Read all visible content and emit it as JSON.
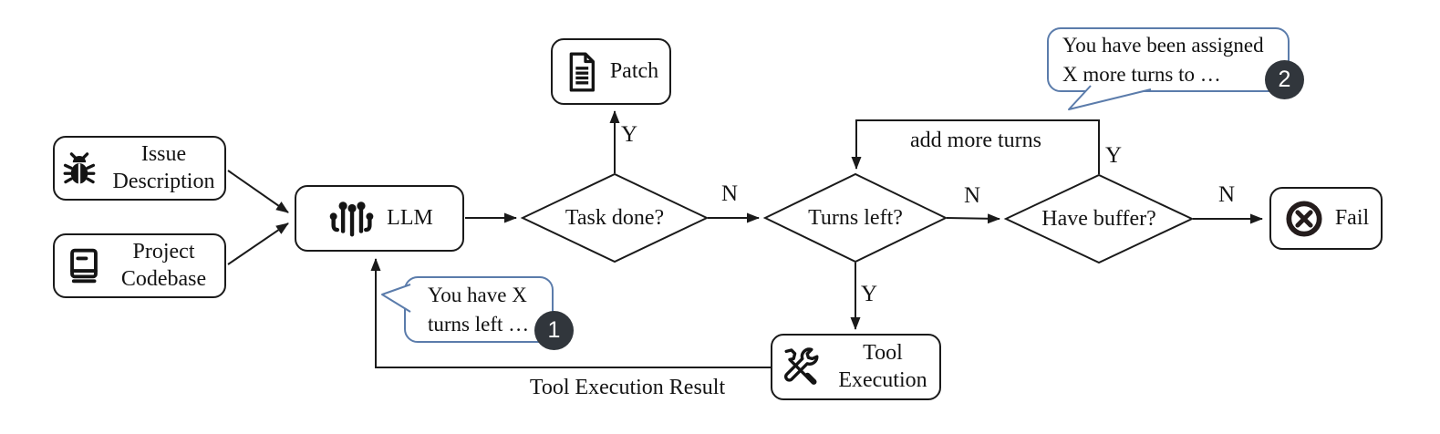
{
  "colors": {
    "line": "#1a1a1a",
    "box_border": "#1a1a1a",
    "box_bg": "#ffffff",
    "bubble_border": "#5b7cab",
    "badge_bg": "#31363c",
    "badge_text": "#ffffff"
  },
  "nodes": {
    "issue": {
      "label": "Issue Description",
      "icon": "bug-icon"
    },
    "codebase": {
      "label": "Project Codebase",
      "icon": "book-icon"
    },
    "llm": {
      "label": "LLM",
      "icon": "chip-icon"
    },
    "patch": {
      "label": "Patch",
      "icon": "document-icon"
    },
    "task_done": {
      "label": "Task done?"
    },
    "turns_left": {
      "label": "Turns left?"
    },
    "have_buffer": {
      "label": "Have buffer?"
    },
    "tool_execution": {
      "label": "Tool Execution",
      "icon": "tools-icon"
    },
    "fail": {
      "label": "Fail",
      "icon": "cross-circle-icon"
    }
  },
  "edges": {
    "task_done_yes": "Y",
    "task_done_no": "N",
    "turns_left_no": "N",
    "turns_left_yes": "Y",
    "have_buffer_yes": "Y",
    "have_buffer_no": "N",
    "add_more_turns": "add more turns",
    "tool_execution_result": "Tool Execution Result"
  },
  "callouts": {
    "turns_left_msg": {
      "line1": "You have X",
      "line2": "turns left …",
      "badge": "1"
    },
    "more_turns_msg": {
      "line1": "You have been assigned",
      "line2": "X more turns to …",
      "badge": "2"
    }
  }
}
